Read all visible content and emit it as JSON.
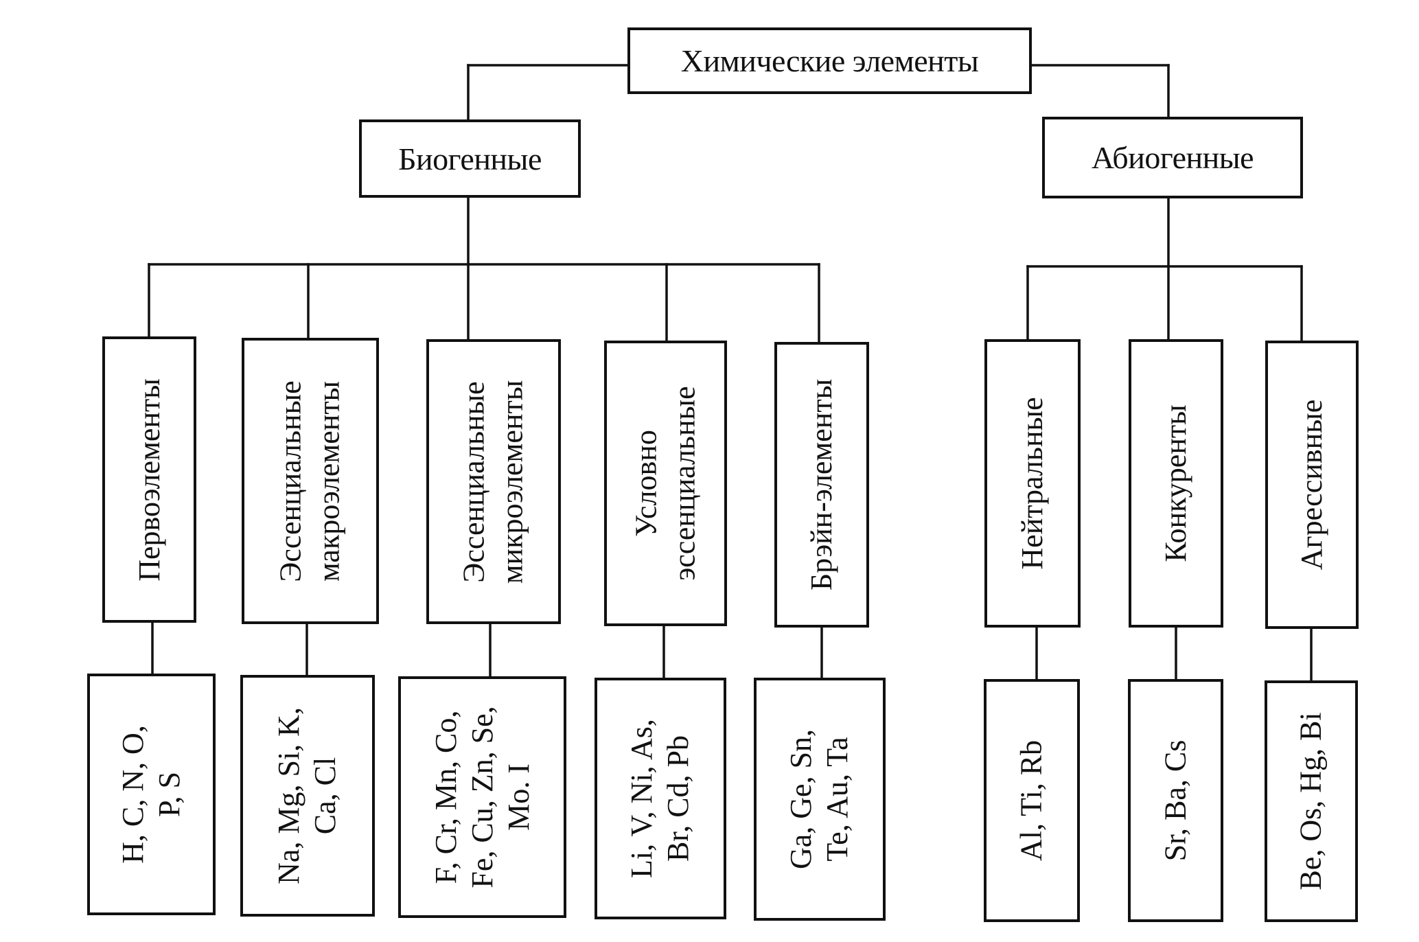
{
  "root": {
    "label": "Химические элементы"
  },
  "groups": [
    {
      "id": "biogenic",
      "label": "Биогенные",
      "categories": [
        {
          "label_lines": [
            "Первоэлементы"
          ],
          "elements_lines": [
            "H, C, N, O,",
            "P, S"
          ]
        },
        {
          "label_lines": [
            "Эссенциальные",
            "макроэлементы"
          ],
          "elements_lines": [
            "Na, Mg, Si, K,",
            "Ca, Cl"
          ]
        },
        {
          "label_lines": [
            "Эссенциальные",
            "микроэлементы"
          ],
          "elements_lines": [
            "F, Cr, Mn, Co,",
            "Fe, Cu, Zn, Se,",
            "Mo. I"
          ]
        },
        {
          "label_lines": [
            "Условно",
            "эссенциальные"
          ],
          "elements_lines": [
            "Li, V, Ni, As,",
            "Br, Cd, Pb"
          ]
        },
        {
          "label_lines": [
            "Брэйн-элементы"
          ],
          "elements_lines": [
            "Ga, Ge, Sn,",
            "Te, Au, Ta"
          ]
        }
      ]
    },
    {
      "id": "abiogenic",
      "label": "Абиогенные",
      "categories": [
        {
          "label_lines": [
            "Нейтральные"
          ],
          "elements_lines": [
            "Al, Ti, Rb"
          ]
        },
        {
          "label_lines": [
            "Конкуренты"
          ],
          "elements_lines": [
            "Sr, Ba, Cs"
          ]
        },
        {
          "label_lines": [
            "Агрессивные"
          ],
          "elements_lines": [
            "Be, Os, Hg, Bi"
          ]
        }
      ]
    }
  ]
}
